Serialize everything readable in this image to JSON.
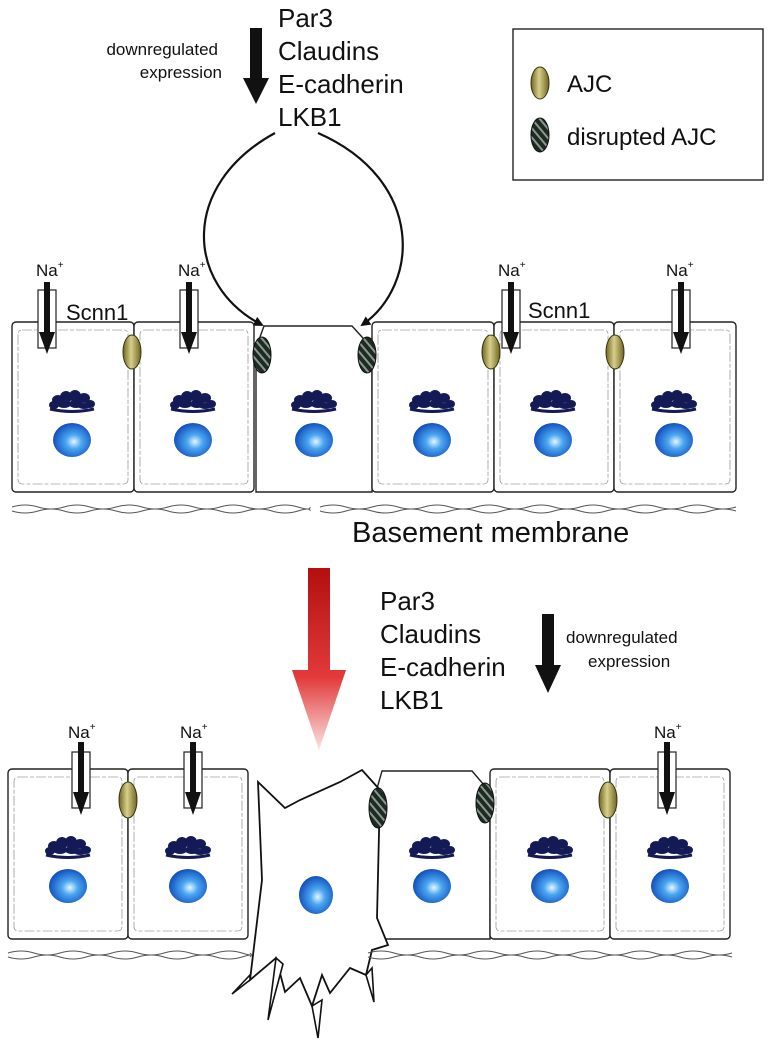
{
  "top_proteins": [
    "Par3",
    "Claudins",
    "E-cadherin",
    "LKB1"
  ],
  "bottom_proteins": [
    "Par3",
    "Claudins",
    "E-cadherin",
    "LKB1"
  ],
  "downregulated_line1": "downregulated",
  "downregulated_line2": "expression",
  "legend": {
    "ajc": "AJC",
    "disrupted_ajc": "disrupted AJC"
  },
  "na_base": "Na",
  "na_sup": "+",
  "scnn1": "Scnn1",
  "basement_membrane": "Basement membrane",
  "colors": {
    "ajc_fill": "#a8a050",
    "disrupted_fill": "#2e3a30",
    "nucleus": "#1f6fd6",
    "golgi": "#141a55",
    "emt_arrow": "#c01818",
    "ink": "#111111"
  }
}
